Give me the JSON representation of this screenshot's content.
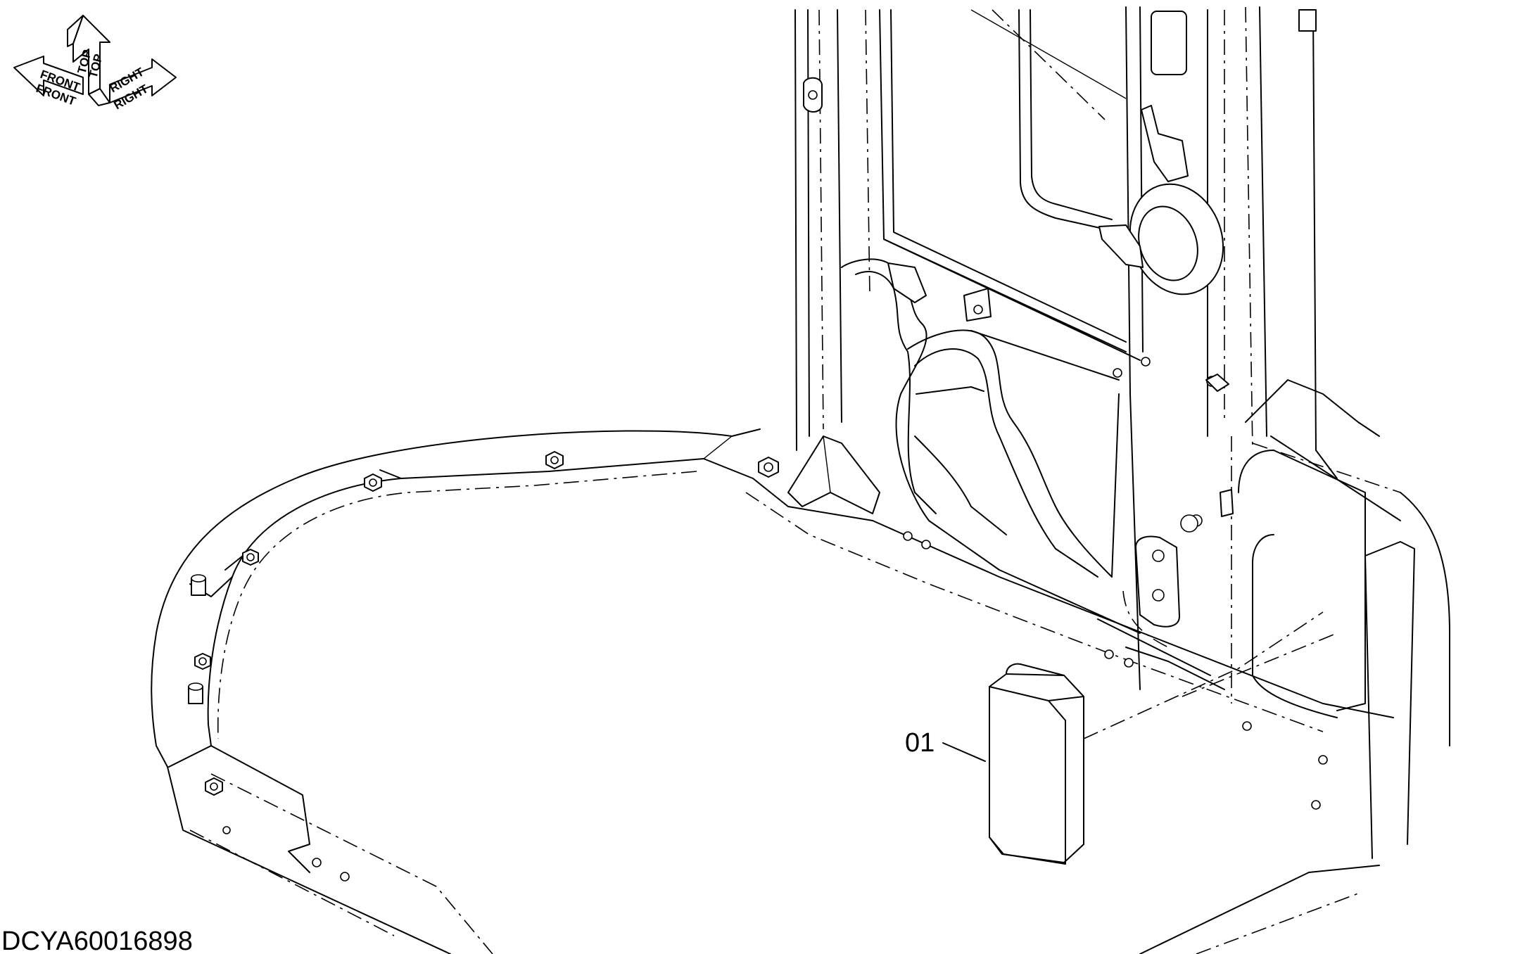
{
  "diagram": {
    "drawing_id": "DCYA60016898",
    "callouts": [
      {
        "label": "01"
      }
    ],
    "orientation_symbol": {
      "labels": [
        "FRONT",
        "FRONT",
        "TOP",
        "TOP",
        "RIGHT",
        "RIGHT"
      ]
    }
  }
}
